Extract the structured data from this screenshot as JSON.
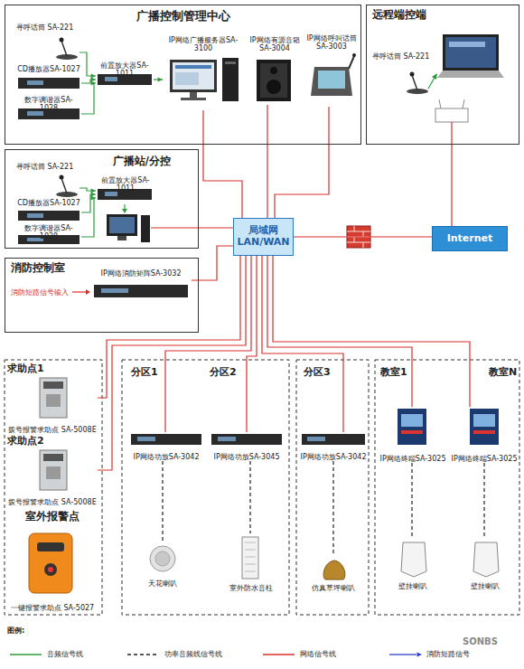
{
  "diagram": {
    "nodes": [
      {
        "text": [
          "广播控制管理中心"
        ]
      },
      {
        "text": [
          "寻呼话筒 SA-221"
        ],
        "in": 0
      },
      {
        "text": [
          "CD播放器SA-1027"
        ],
        "in": 0
      },
      {
        "text": [
          "数字调谐器SA-1028"
        ],
        "in": 0
      },
      {
        "text": [
          "前置放大器SA-1011"
        ],
        "in": 0
      },
      {
        "text": [
          "IP网络广播服务器SA-3100"
        ],
        "in": 0
      },
      {
        "text": [
          "IP网络有源音箱SA-3004"
        ],
        "in": 0
      },
      {
        "text": [
          "IP网络呼叫话筒 SA-3003"
        ],
        "in": 0
      },
      {
        "text": [
          "远程端控端"
        ]
      },
      {
        "text": [
          "寻呼话筒 SA-221"
        ],
        "in": 8
      },
      {
        "text": [
          "广播站/分控"
        ]
      },
      {
        "text": [
          "寻呼话筒 SA-221"
        ],
        "in": 10
      },
      {
        "text": [
          "CD播放器SA-1027"
        ],
        "in": 10
      },
      {
        "text": [
          "数字调谐器SA-1028"
        ],
        "in": 10
      },
      {
        "text": [
          "前置放大器SA-1011"
        ],
        "in": 10
      },
      {
        "text": [
          "消防控制室"
        ]
      },
      {
        "text": [
          "IP网络消防矩阵SA-3032"
        ],
        "in": 15
      },
      {
        "text": [
          "局域网 LAN/WAN"
        ]
      },
      {
        "text": [
          "Internet"
        ]
      },
      {
        "text": [
          "求助点1",
          "拨号报警求助点 SA-5008E"
        ]
      },
      {
        "text": [
          "求助点2",
          "拨号报警求助点 SA-5008E"
        ]
      },
      {
        "text": [
          "室外报警点",
          "一键报警求助点 SA-5027"
        ]
      },
      {
        "text": [
          "IP网络功放SA-3042"
        ]
      },
      {
        "text": [
          "IP网络功放SA-3045"
        ]
      },
      {
        "text": [
          "IP网络功放SA-3042"
        ]
      },
      {
        "text": [
          "IP网络终端SA-3025"
        ]
      },
      {
        "text": [
          "IP网络终端SA-3025"
        ]
      },
      {
        "text": [
          "天花喇叭"
        ]
      },
      {
        "text": [
          "室外防水音柱"
        ]
      },
      {
        "text": [
          "仿真草坪喇叭"
        ]
      },
      {
        "text": [
          "壁挂喇叭"
        ]
      },
      {
        "text": [
          "壁挂喇叭"
        ]
      }
    ],
    "edges": [
      {
        "from": 1,
        "to": 4,
        "arrow": "to"
      },
      {
        "from": 2,
        "to": 4,
        "arrow": "to"
      },
      {
        "from": 3,
        "to": 4,
        "arrow": "to"
      },
      {
        "from": 4,
        "to": 5,
        "arrow": "to"
      },
      {
        "from": 11,
        "to": 14,
        "arrow": "to"
      },
      {
        "from": 12,
        "to": 14,
        "arrow": "to"
      },
      {
        "from": 13,
        "to": 14,
        "arrow": "to"
      },
      {
        "from": 5,
        "to": 17,
        "arrow": "none"
      },
      {
        "from": 6,
        "to": 17,
        "arrow": "none"
      },
      {
        "from": 7,
        "to": 17,
        "arrow": "none"
      },
      {
        "from": 16,
        "to": 17,
        "arrow": "none"
      },
      {
        "from": 19,
        "to": 17,
        "arrow": "none"
      },
      {
        "from": 20,
        "to": 17,
        "arrow": "none"
      },
      {
        "from": 22,
        "to": 17,
        "arrow": "none"
      },
      {
        "from": 23,
        "to": 17,
        "arrow": "none"
      },
      {
        "from": 24,
        "to": 17,
        "arrow": "none"
      },
      {
        "from": 25,
        "to": 17,
        "arrow": "none"
      },
      {
        "from": 26,
        "to": 17,
        "arrow": "none"
      },
      {
        "from": 17,
        "to": 18,
        "arrow": "none"
      },
      {
        "from": 22,
        "to": 27,
        "arrow": "none"
      },
      {
        "from": 23,
        "to": 28,
        "arrow": "none"
      },
      {
        "from": 24,
        "to": 29,
        "arrow": "none"
      },
      {
        "from": 25,
        "to": 30,
        "arrow": "none"
      },
      {
        "from": 26,
        "to": 31,
        "arrow": "none"
      }
    ],
    "labels": [
      "消防短路信号输入",
      "分区1",
      "分区2",
      "分区3",
      "教室1",
      "教室N",
      "图例:",
      "SONBS"
    ],
    "legend": [
      {
        "text": "音频信号线"
      },
      {
        "text": "功率音频线信号线"
      },
      {
        "text": "网络信号线"
      },
      {
        "text": "消防短路信号"
      }
    ]
  }
}
